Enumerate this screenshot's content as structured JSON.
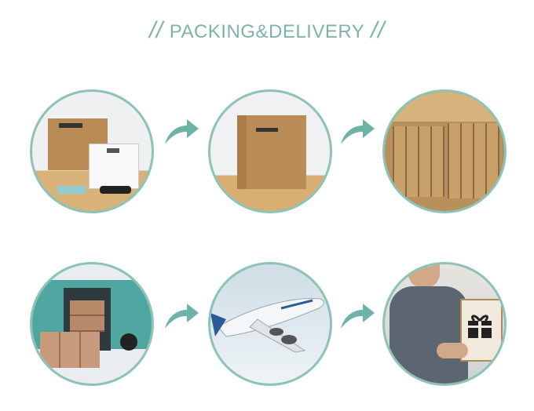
{
  "title": {
    "text": "PACKING&DELIVERY",
    "decoration": "//"
  },
  "steps": [
    {
      "name": "product-with-box"
    },
    {
      "name": "packed-carton"
    },
    {
      "name": "cartons-in-master-box"
    },
    {
      "name": "van-loading"
    },
    {
      "name": "air-freight"
    },
    {
      "name": "courier-delivery"
    }
  ],
  "colors": {
    "accent": "#7fb3a7",
    "border": "#8cc3b6"
  }
}
